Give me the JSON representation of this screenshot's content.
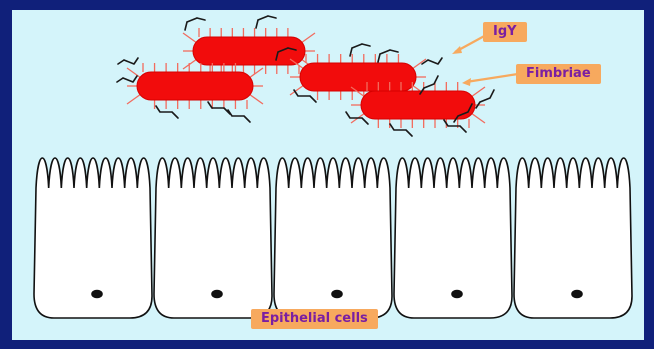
{
  "labels": {
    "igy": "IgY",
    "fimbriae": "Fimbriae",
    "epithelial": "Epithelial cells"
  },
  "colors": {
    "frame": "#10207a",
    "background": "#d4f4fa",
    "bacteria": "#f20c0c",
    "fimbriae": "#f26b5e",
    "antibody": "#1a1a1a",
    "arrow": "#f7a95e",
    "label_bg": "#f7a95e",
    "label_text": "#7a1fa2"
  },
  "counts": {
    "bacteria": 4,
    "epithelial_cells": 5
  }
}
